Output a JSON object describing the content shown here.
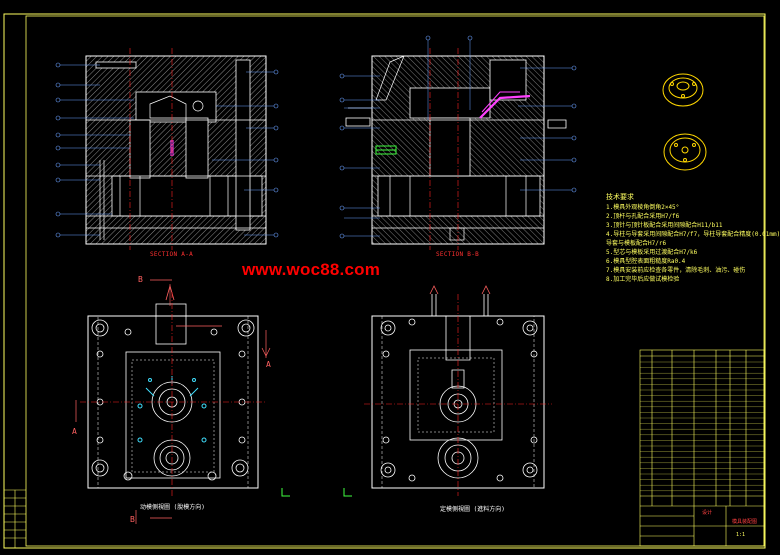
{
  "watermark": "www.woc88.com",
  "views": {
    "section_aa": "SECTION A-A",
    "section_bb": "SECTION B-B",
    "moving_half": "动模側視圖 (脫模方向)",
    "fixed_half": "定模側視圖 (進料方向)"
  },
  "section_markers": {
    "a": "A",
    "b": "B"
  },
  "notes": {
    "title": "技术要求",
    "items": [
      "1.模具外观棱角倒角2×45°",
      "2.顶杆与孔配合采用H7/f6",
      "3.顶针与顶针板配合采用间隙配合H11/b11",
      "4.导柱与导套采用间隙配合H7/f7，导柱导套配合精度(0.01mm)",
      "  导套与模板配合H7/r6",
      "5.型芯与模板采用过渡配合H7/k6",
      "6.模具型腔表面粗糙度Ra0.4",
      "7.模具安装前应检查各零件，清除毛刺、油污、碰伤",
      "8.加工完毕后应做试模检验"
    ]
  },
  "title_block": {
    "design": "设计",
    "drawing_no": "模具装配图",
    "scale": "1:1"
  },
  "colors": {
    "background": "#000000",
    "outline": "#ffffff",
    "hatch": "#8a8a8a",
    "center_line": "#ff2020",
    "leader": "#6aa0ff",
    "cyan_detail": "#40e0ff",
    "note_text": "#ffff60",
    "part_gold": "#ffd700",
    "frame": "#ffff60",
    "green": "#40ff40",
    "magenta": "#ff40ff"
  }
}
